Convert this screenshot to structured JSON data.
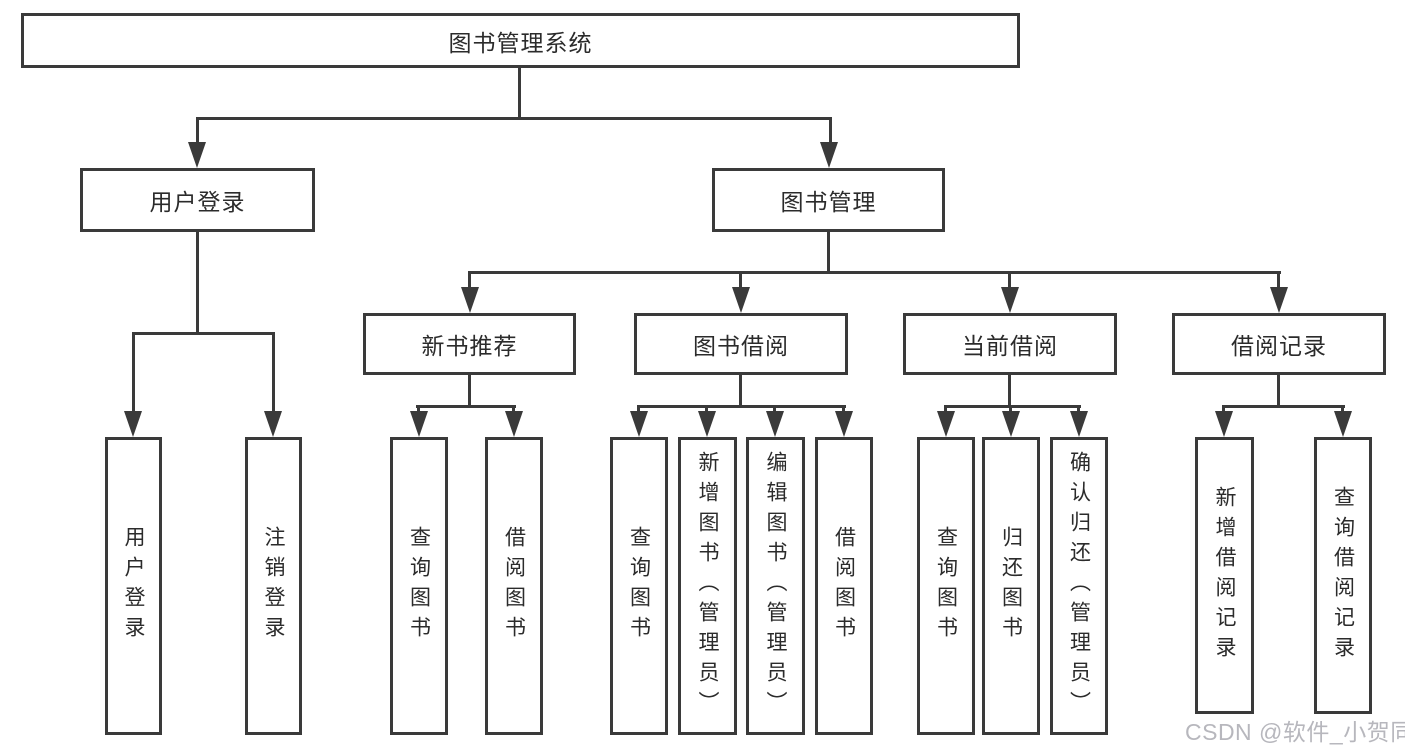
{
  "tree": {
    "root": "图书管理系统",
    "level2": [
      "用户登录",
      "图书管理"
    ],
    "level3": [
      "新书推荐",
      "图书借阅",
      "当前借阅",
      "借阅记录"
    ],
    "leaves_user_login": [
      "用户登录",
      "注销登录"
    ],
    "leaves_new_books": [
      "查询图书",
      "借阅图书"
    ],
    "leaves_book_borrow": [
      "查询图书",
      "新增图书（管理员）",
      "编辑图书（管理员）",
      "借阅图书"
    ],
    "leaves_current_borrow": [
      "查询图书",
      "归还图书",
      "确认归还（管理员）"
    ],
    "leaves_borrow_records": [
      "新增借阅记录",
      "查询借阅记录"
    ]
  },
  "watermark": "CSDN @软件_小贺同学",
  "colors": {
    "line": "#3a3a3a",
    "text": "#2b2b2b",
    "watermark": "#b7b7bd"
  }
}
